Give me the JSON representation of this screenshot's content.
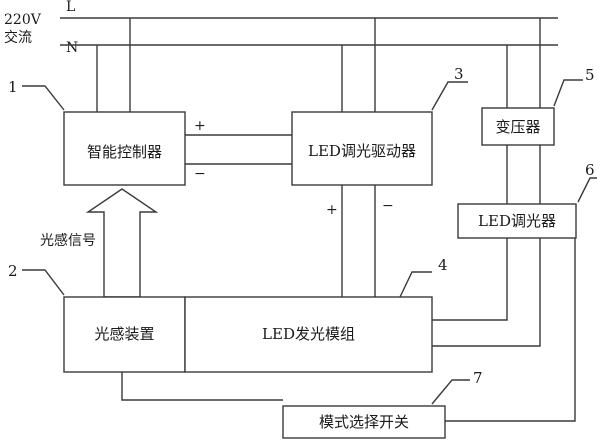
{
  "power": {
    "voltage": "220V",
    "type": "交流",
    "line_L": "L",
    "line_N": "N"
  },
  "blocks": {
    "controller": "智能控制器",
    "driver": "LED调光驱动器",
    "transformer": "变压器",
    "dimmer": "LED调光器",
    "sensor": "光感装置",
    "module": "LED发光模组",
    "switch": "模式选择开关"
  },
  "numbers": {
    "n1": "1",
    "n2": "2",
    "n3": "3",
    "n4": "4",
    "n5": "5",
    "n6": "6",
    "n7": "7"
  },
  "signals": {
    "light_signal": "光感信号",
    "plus": "+",
    "minus": "−"
  }
}
